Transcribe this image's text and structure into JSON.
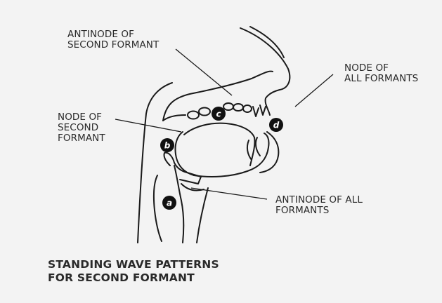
{
  "labels": {
    "antinode_second": [
      "ANTINODE OF",
      "SECOND FORMANT"
    ],
    "node_all": [
      "NODE OF",
      "ALL FORMANTS"
    ],
    "node_second": [
      "NODE OF",
      "SECOND",
      "FORMANT"
    ],
    "antinode_all": [
      "ANTINODE OF ALL",
      "FORMANTS"
    ]
  },
  "markers": [
    "a",
    "b",
    "c",
    "d"
  ],
  "caption": [
    "STANDING WAVE PATTERNS",
    "FOR SECOND FORMANT"
  ]
}
